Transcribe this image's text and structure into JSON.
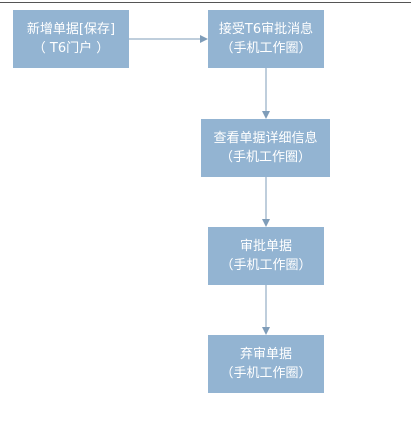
{
  "colors": {
    "box_fill": "#93b4d2",
    "box_text": "#ffffff",
    "connector": "#7f9db9",
    "top_rule": "#555555"
  },
  "nodes": {
    "new_document": {
      "line1": "新增单据[保存]",
      "line2": "（ T6门户 ）"
    },
    "receive_message": {
      "line1": "接受T6审批消息",
      "line2": "（手机工作圈）"
    },
    "view_details": {
      "line1": "查看单据详细信息",
      "line2": "（手机工作圈）"
    },
    "approve_document": {
      "line1": "审批单据",
      "line2": "（手机工作圈）"
    },
    "abandon_document": {
      "line1": "弃审单据",
      "line2": "（手机工作圈）"
    }
  }
}
